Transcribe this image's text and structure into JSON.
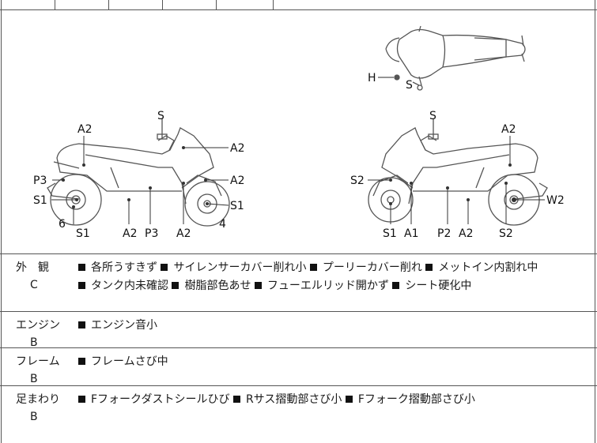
{
  "diagram": {
    "top_labels": [
      "H",
      "S"
    ],
    "left_labels": [
      "S",
      "A2",
      "A2",
      "A2",
      "P3",
      "S1",
      "S1",
      "6",
      "S1",
      "A2",
      "P3",
      "A2",
      "4"
    ],
    "right_labels": [
      "S",
      "A2",
      "S2",
      "W2",
      "S1",
      "A1",
      "P2",
      "A2",
      "S2"
    ]
  },
  "sections": [
    {
      "name": "外　観",
      "grade": "C",
      "items": [
        "各所うすきず",
        "サイレンサーカバー削れ小",
        "プーリーカバー削れ",
        "メットイン内割れ中",
        "タンク内未確認",
        "樹脂部色あせ",
        "フューエルリッド開かず",
        "シート硬化中"
      ]
    },
    {
      "name": "エンジン",
      "grade": "B",
      "items": [
        "エンジン音小"
      ]
    },
    {
      "name": "フレーム",
      "grade": "B",
      "items": [
        "フレームさび中"
      ]
    },
    {
      "name": "足まわり",
      "grade": "B",
      "items": [
        "Fフォークダストシールひび",
        "Rサス摺動部さび小",
        "Fフォーク摺動部さび小"
      ]
    }
  ]
}
